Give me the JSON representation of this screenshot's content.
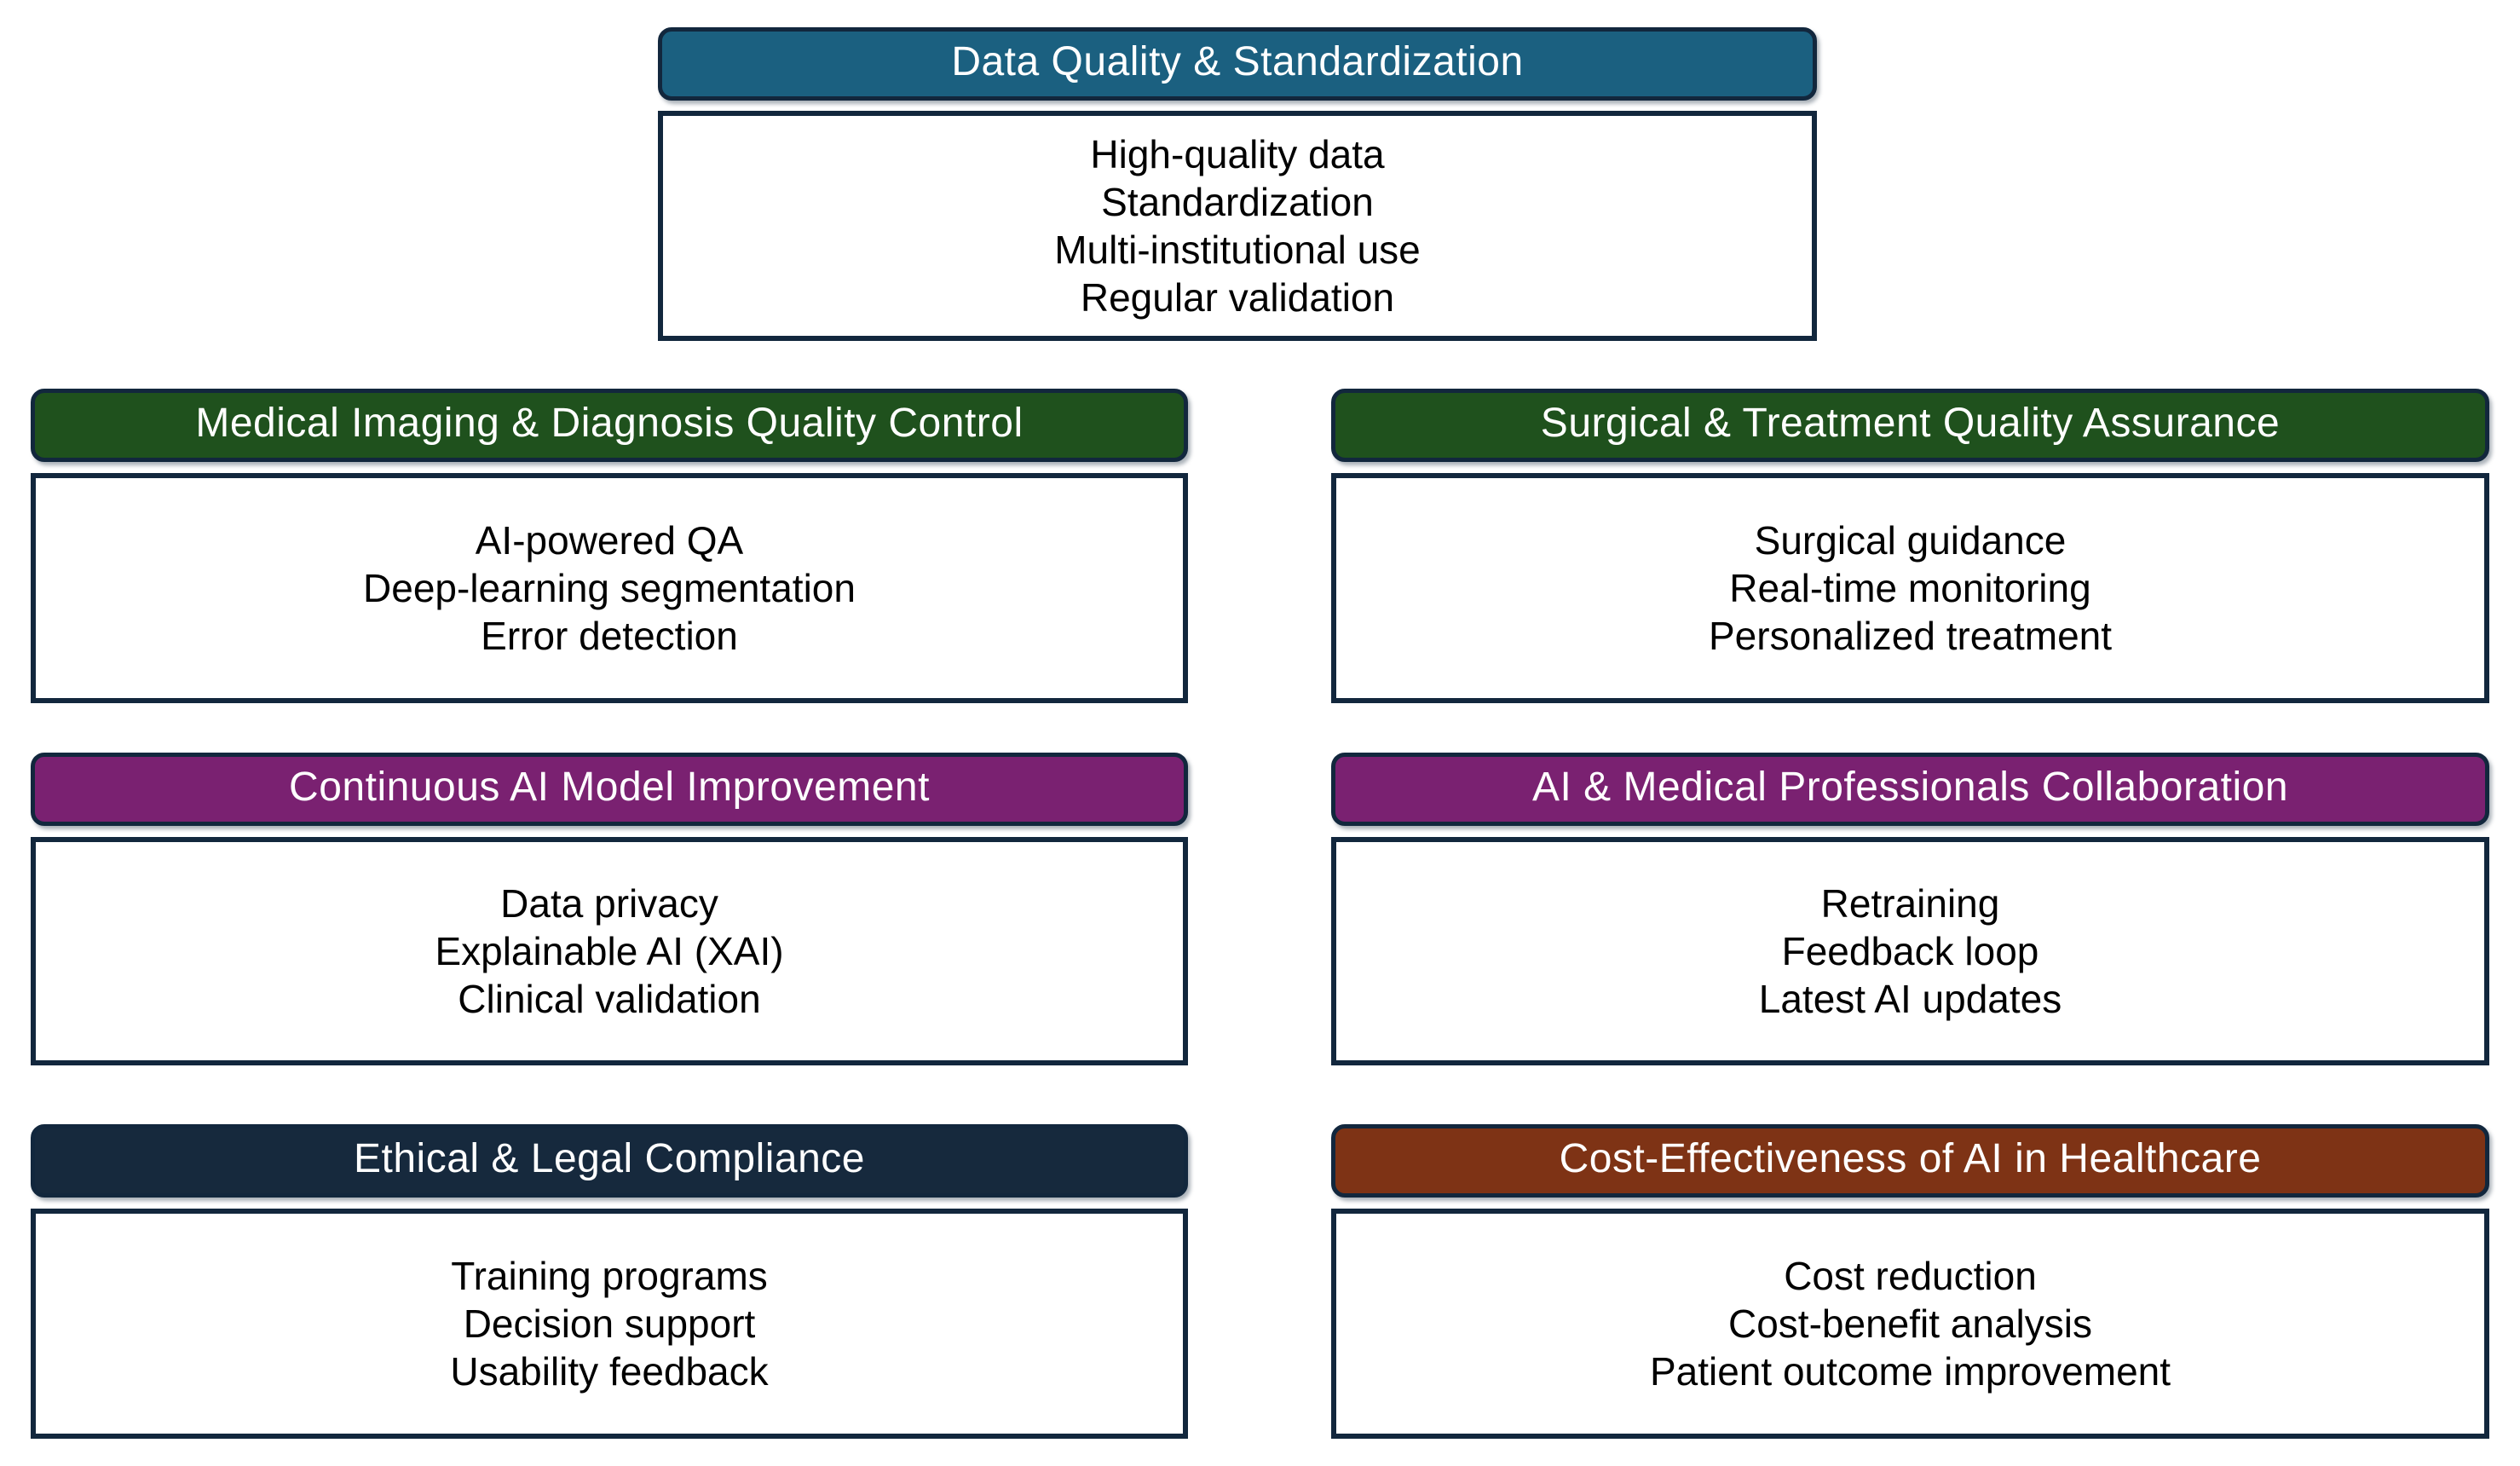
{
  "canvas": {
    "background": "#FFFFFF"
  },
  "palette": {
    "border_dark": "#12273D",
    "teal": "#1B6080",
    "green": "#1F511D",
    "purple": "#7A2171",
    "navy": "#16293D",
    "brown": "#7E3315",
    "header_text": "#FFFFFF",
    "body_text": "#000000"
  },
  "sections": [
    {
      "id": "data-quality-standardization",
      "title": "Data Quality & Standardization",
      "header_color": "#1B6080",
      "items": [
        "High-quality data",
        "Standardization",
        "Multi-institutional use",
        "Regular validation"
      ]
    },
    {
      "id": "medical-imaging-diagnosis-quality-control",
      "title": "Medical Imaging & Diagnosis Quality Control",
      "header_color": "#1F511D",
      "items": [
        "AI-powered QA",
        "Deep-learning segmentation",
        "Error detection"
      ]
    },
    {
      "id": "surgical-treatment-quality-assurance",
      "title": "Surgical & Treatment Quality Assurance",
      "header_color": "#1F511D",
      "items": [
        "Surgical guidance",
        "Real-time monitoring",
        "Personalized treatment"
      ]
    },
    {
      "id": "continuous-ai-model-improvement",
      "title": "Continuous AI Model Improvement",
      "header_color": "#7A2171",
      "items": [
        "Data privacy",
        "Explainable AI (XAI)",
        "Clinical validation"
      ]
    },
    {
      "id": "ai-medical-professionals-collaboration",
      "title": "AI & Medical Professionals Collaboration",
      "header_color": "#7A2171",
      "items": [
        "Retraining",
        "Feedback loop",
        "Latest AI updates"
      ]
    },
    {
      "id": "ethical-legal-compliance",
      "title": "Ethical & Legal Compliance",
      "header_color": "#16293D",
      "items": [
        "Training programs",
        "Decision support",
        "Usability feedback"
      ]
    },
    {
      "id": "cost-effectiveness-of-ai-in-healthcare",
      "title": "Cost-Effectiveness of AI in Healthcare",
      "header_color": "#7E3315",
      "items": [
        "Cost reduction",
        "Cost-benefit analysis",
        "Patient outcome improvement"
      ]
    }
  ]
}
